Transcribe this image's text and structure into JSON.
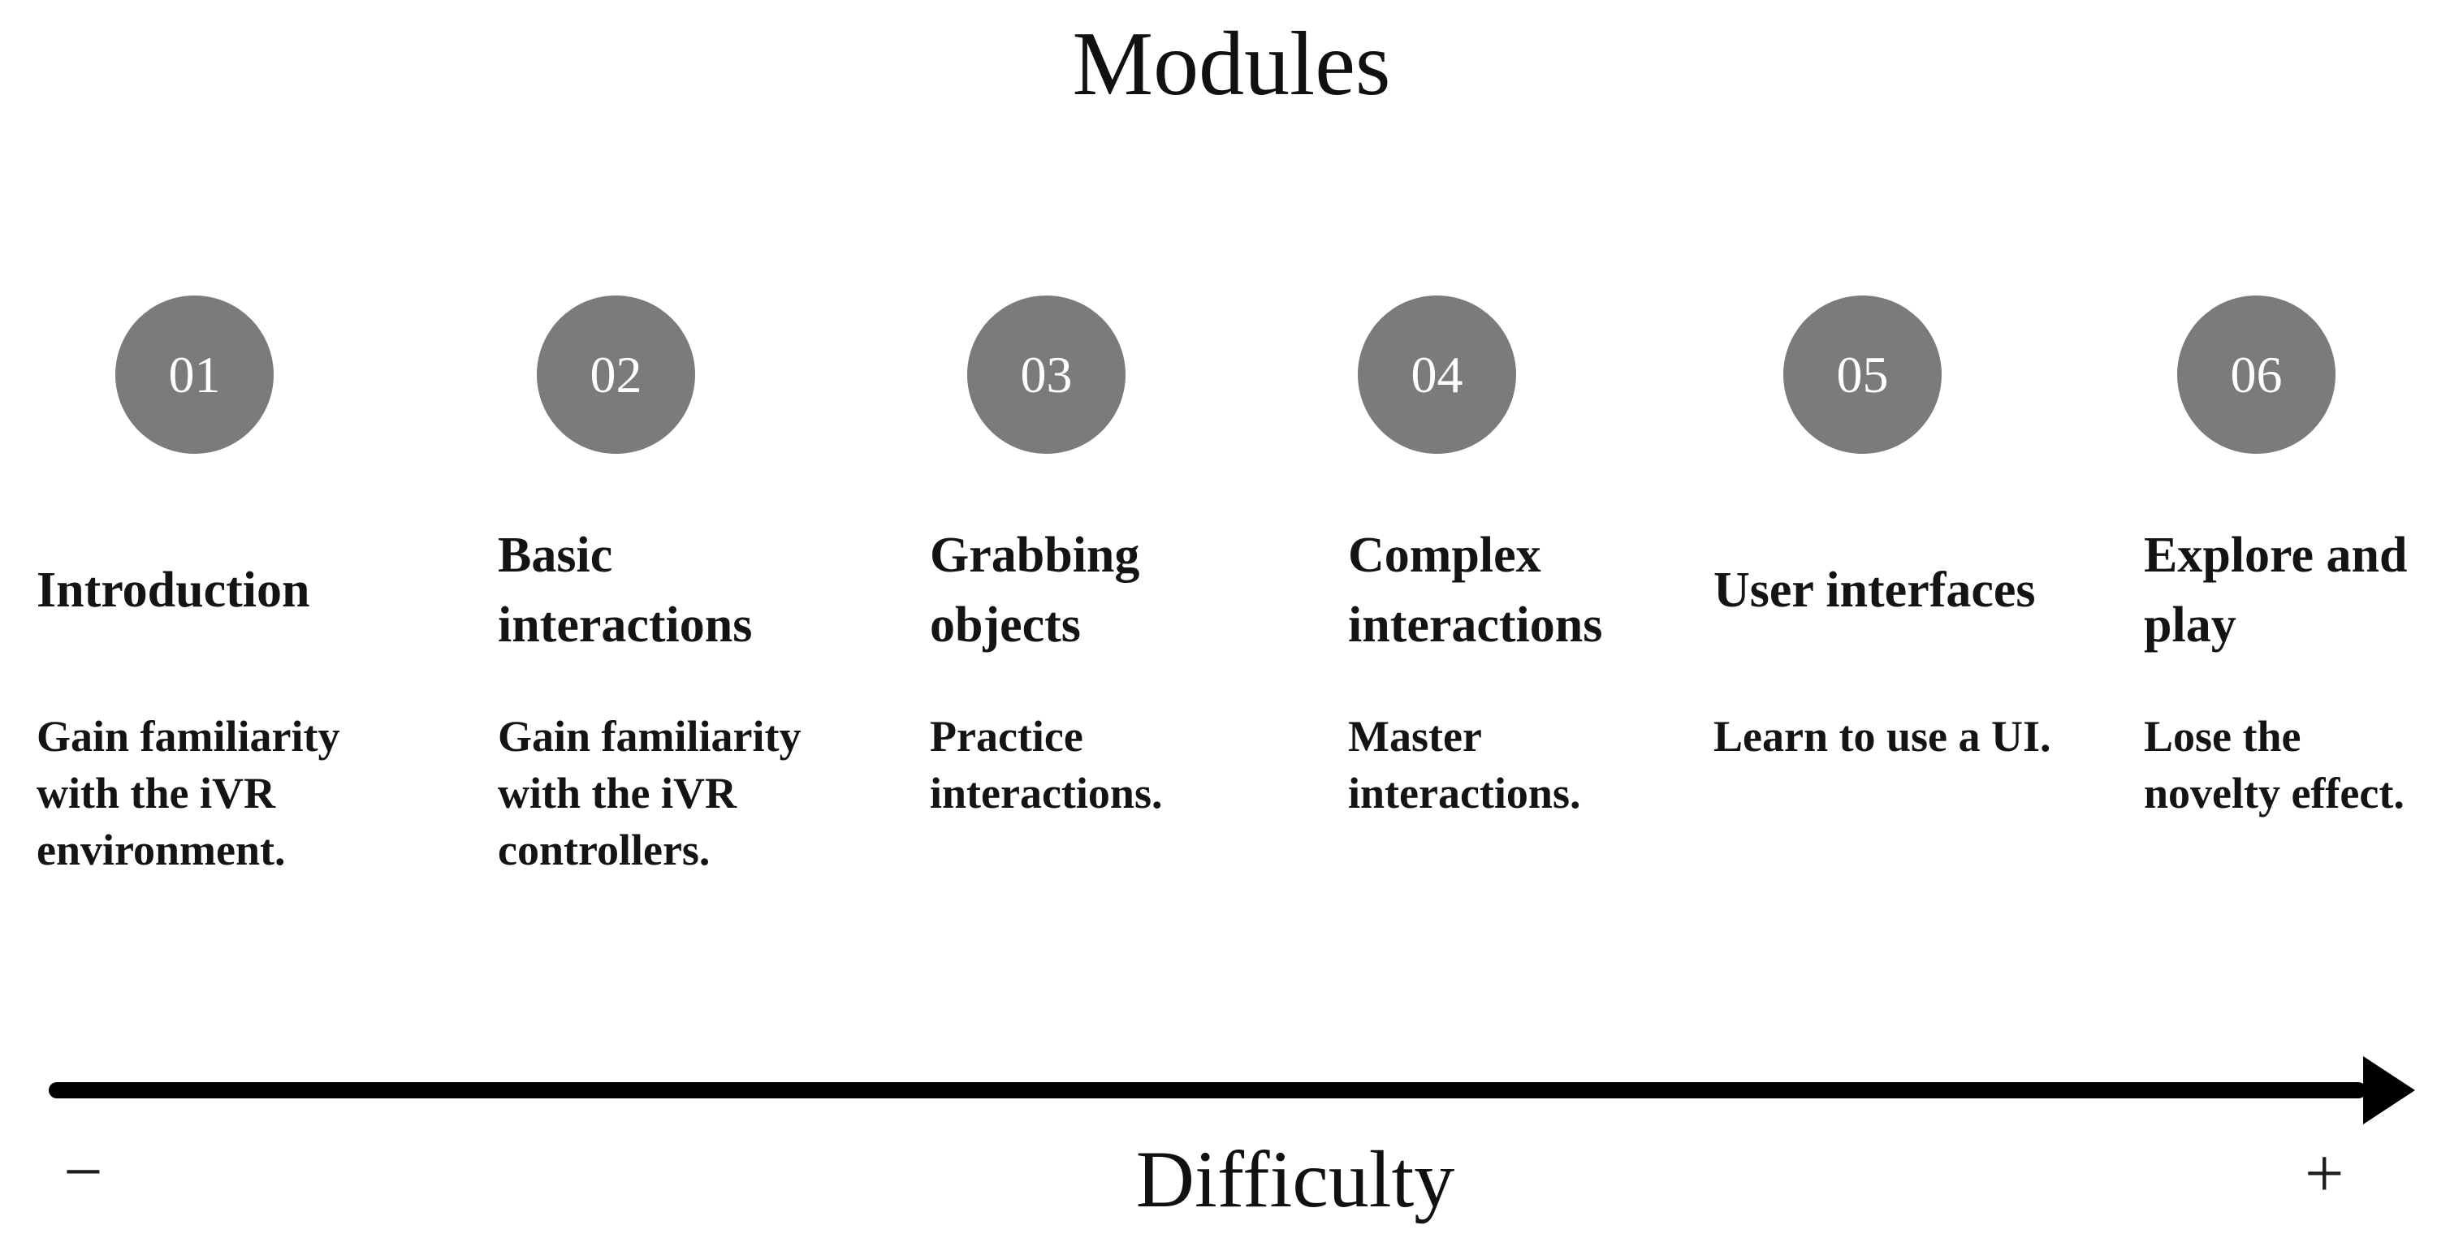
{
  "page": {
    "title": "Modules"
  },
  "modules": [
    {
      "number": "01",
      "title": "Introduction",
      "description": "Gain familiarity with the iVR environment."
    },
    {
      "number": "02",
      "title": "Basic interactions",
      "description": "Gain familiarity with the iVR controllers."
    },
    {
      "number": "03",
      "title": "Grabbing objects",
      "description": "Practice interactions."
    },
    {
      "number": "04",
      "title": "Complex interactions",
      "description": "Master interactions."
    },
    {
      "number": "05",
      "title": "User interfaces",
      "description": "Learn to use a UI."
    },
    {
      "number": "06",
      "title": "Explore and play",
      "description": "Lose the novelty effect."
    }
  ],
  "axis": {
    "label": "Difficulty",
    "min_symbol": "−",
    "max_symbol": "+"
  },
  "colors": {
    "circle_fill": "#7b7b7b",
    "circle_number": "#ffffff",
    "text": "#141414",
    "arrow": "#000000",
    "background": "#ffffff"
  }
}
